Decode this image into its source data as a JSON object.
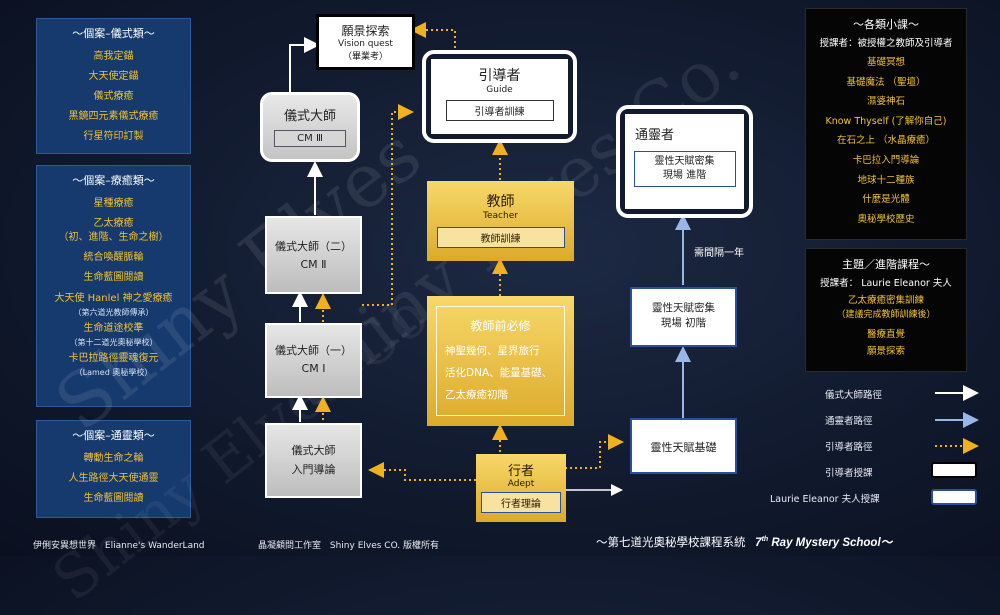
{
  "left": {
    "ritual": {
      "header": "～個案–儀式類～",
      "items": [
        "高我定錨",
        "大天使定錨",
        "儀式療癒",
        "黑鏡四元素儀式療癒",
        "行星符印訂製"
      ]
    },
    "healing": {
      "header": "～個案–療癒類～",
      "items": [
        {
          "text": "星種療癒",
          "sub": ""
        },
        {
          "text": "乙太療癒\n（初、進階、生命之樹）",
          "sub": ""
        },
        {
          "text": "統合喚醒脈輪",
          "sub": ""
        },
        {
          "text": "生命藍圖閱讀",
          "sub": ""
        },
        {
          "text": "大天使 Hanlel 神之愛療癒",
          "sub": "（第六道光教師傳承）"
        },
        {
          "text": "生命道途校準",
          "sub": "（第十二道光奧秘學校）"
        },
        {
          "text": "卡巴拉路徑靈魂復元",
          "sub": "（Lamed 奧秘學校）"
        }
      ]
    },
    "channel": {
      "header": "～個案–通靈類～",
      "items": [
        "轉動生命之輪",
        "人生路徑大天使通靈",
        "生命藍圖閱讀"
      ]
    }
  },
  "boxes": {
    "vision": {
      "title": "願景探索",
      "en": "Vision quest",
      "note": "（畢業考）"
    },
    "cm3": {
      "title": "儀式大師",
      "inner": "CM Ⅲ"
    },
    "cm2": {
      "title": "儀式大師（二）",
      "sub": "CM Ⅱ"
    },
    "cm1": {
      "title": "儀式大師（一）",
      "sub": "CM Ⅰ"
    },
    "ritual_intro": {
      "title": "儀式大師",
      "sub": "入門導論"
    },
    "guide": {
      "title": "引導者",
      "en": "Guide",
      "inner": "引導者訓練"
    },
    "teacher": {
      "title": "教師",
      "en": "Teacher",
      "inner": "教師訓練"
    },
    "pre": {
      "title": "教師前必修",
      "lines": [
        "神聖幾何、星界旅行",
        "活化DNA、能量基礎、",
        "乙太療癒初階"
      ]
    },
    "adept": {
      "title": "行者",
      "en": "Adept",
      "inner": "行者理論"
    },
    "medium": {
      "title": "通靈者",
      "inner": "靈性天賦密集\n現場 進階"
    },
    "gift_basic": {
      "title": "靈性天賦基礎"
    },
    "gift_intro": {
      "title": "靈性天賦密集\n現場 初階"
    },
    "gap_note": "需間隔一年"
  },
  "right": {
    "minor": {
      "header": "～各類小課～",
      "teacher": "授課者：被授權之教師及引導者",
      "items": [
        "基礎冥想",
        "基礎魔法 （聖壇）",
        "濕婆神石",
        "Know Thyself (了解你自己)",
        "在石之上 （水晶療癒）",
        "卡巴拉入門導論",
        "地球十二種族",
        "什麼是光體",
        "奧秘學校歷史"
      ]
    },
    "topic": {
      "header": "主題／進階課程～",
      "teacher": "授課者： Laurie Eleanor 夫人",
      "items": [
        "乙太療癒密集訓練",
        "（建議完成教師訓練後）",
        "醫療直覺",
        "願景探索"
      ]
    }
  },
  "legend": [
    {
      "label": "儀式大師路徑"
    },
    {
      "label": "通靈者路徑"
    },
    {
      "label": "引導者路徑"
    },
    {
      "label": "引導者授課"
    },
    {
      "label": "Laurie Eleanor 夫人授課"
    }
  ],
  "footer": {
    "left1": "伊俐安異想世界",
    "left2": "Elianne's WanderLand",
    "mid1": "晶凝顧問工作室",
    "mid2": "Shiny Elves CO. 版權所有",
    "right_cn": "～第七道光奧秘學校課程系統",
    "right_en_pre": "7",
    "right_en_sup": "th",
    "right_en_post": " Ray Mystery School～"
  },
  "watermark": "Shiny Elves Co.",
  "colors": {
    "gold": "#f2c230",
    "panel_blue": "#163a6e",
    "arrow_white": "#ffffff",
    "arrow_blue": "#9ab6e6",
    "arrow_dotted": "#f0b020"
  }
}
